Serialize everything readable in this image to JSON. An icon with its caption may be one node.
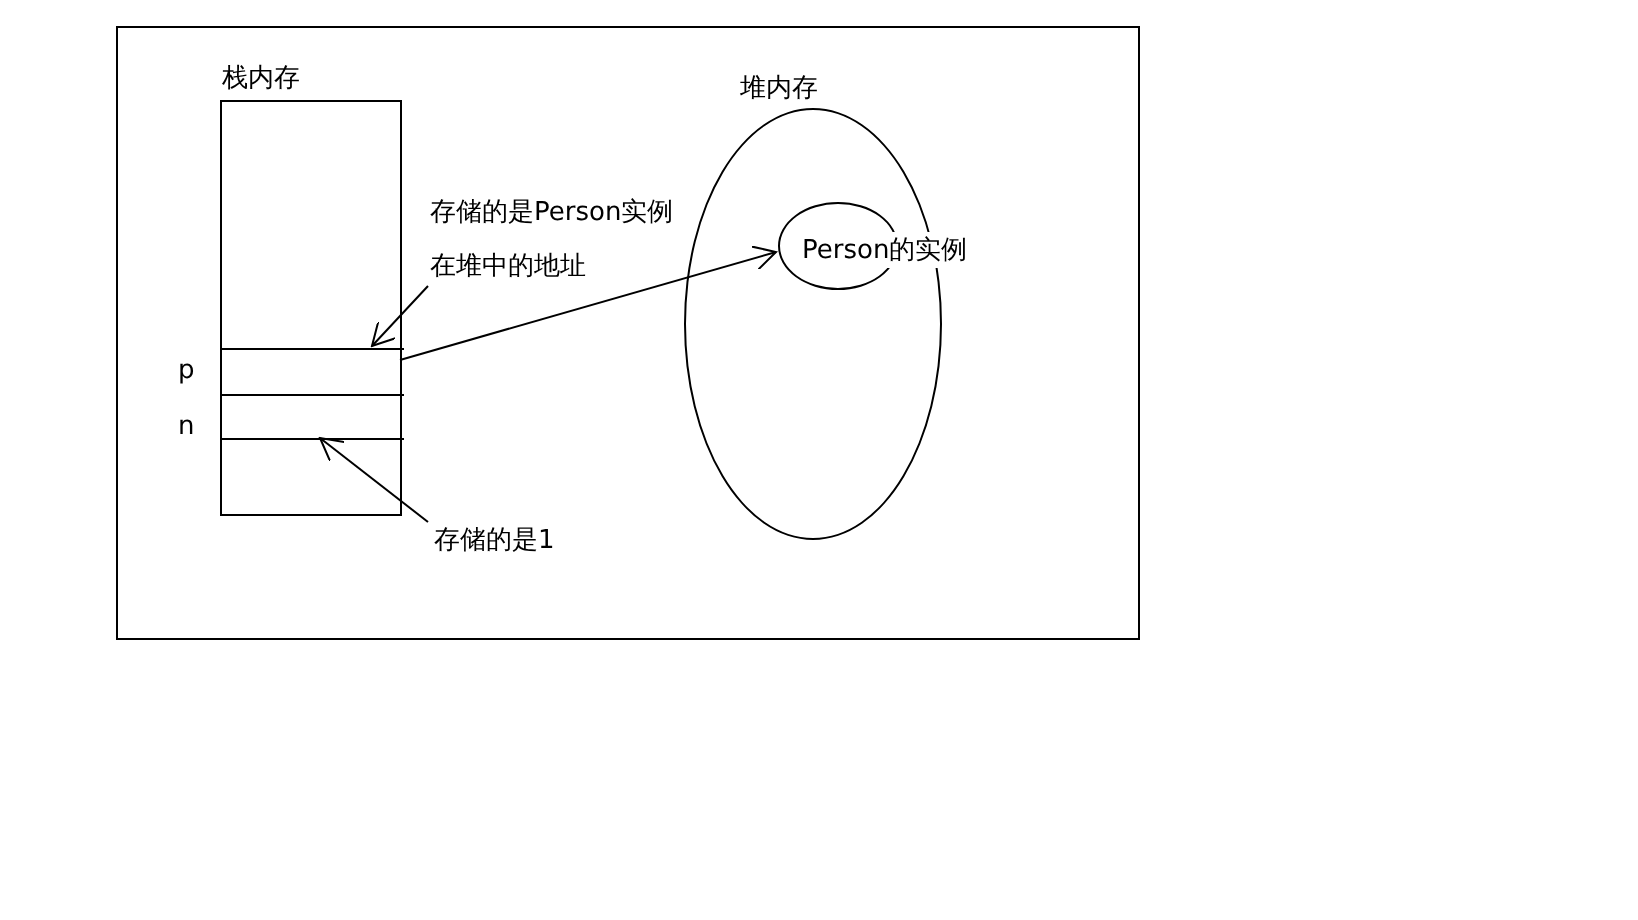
{
  "diagram": {
    "nodes": [
      {
        "text": [
          "栈内存"
        ]
      },
      {
        "text": [],
        "shape": "box",
        "in": 0,
        "beside": [
          "p"
        ]
      },
      {
        "text": [],
        "shape": "box",
        "in": 0,
        "beside": [
          "n"
        ]
      },
      {
        "text": [
          "堆内存"
        ]
      },
      {
        "text": [
          "Person的实例"
        ],
        "in": 3
      },
      {
        "text": [
          "存储的是Person实例在堆中的地址"
        ]
      },
      {
        "text": [
          "存储的是1"
        ]
      }
    ],
    "edges": [
      {
        "from": 1,
        "to": 4,
        "arrow": "to"
      },
      {
        "from": 5,
        "to": 1,
        "arrow": "to"
      },
      {
        "from": 6,
        "to": 2,
        "arrow": "to"
      }
    ]
  }
}
